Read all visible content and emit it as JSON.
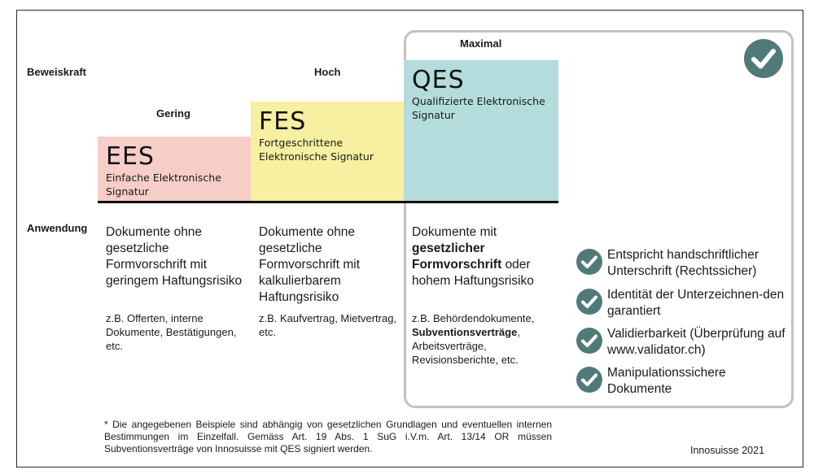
{
  "labels": {
    "beweiskraft": "Beweiskraft",
    "anwendung": "Anwendung",
    "gering": "Gering",
    "hoch": "Hoch",
    "maximal": "Maximal"
  },
  "signatures": [
    {
      "code": "EES",
      "name": "Einfache Elektronische Signatur",
      "color": "#f7cdc8"
    },
    {
      "code": "FES",
      "name": "Fortgeschrittene Elektronische Signatur",
      "color": "#f7f0a0"
    },
    {
      "code": "QES",
      "name": "Qualifizierte Elektronische Signatur",
      "color": "#b4dcdc"
    }
  ],
  "usage": {
    "ees": {
      "text": "Dokumente ohne gesetzliche Formvorschrift mit geringem Haftungsrisiko",
      "example": "z.B. Offerten, interne Dokumente, Bestätigungen, etc."
    },
    "fes": {
      "text": "Dokumente ohne gesetzliche Formvorschrift mit kalkulierbarem Haftungsrisiko",
      "example": "z.B. Kaufvertrag, Mietvertrag, etc."
    },
    "qes": {
      "text_1": "Dokumente mit",
      "text_bold": "gesetzlicher Formvorschrift",
      "text_2": "oder hohem Haftungsrisiko",
      "example_1": "z.B. Behördendokumente,",
      "example_bold": "Subventionsverträge",
      "example_2": ", Arbeitsverträge, Revisionsberichte, etc."
    }
  },
  "features": [
    "Entspricht handschriftlicher Unterschrift (Rechtssicher)",
    "Identität der Unterzeichnen-den garantiert",
    "Validierbarkeit (Überprüfung auf www.validator.ch)",
    "Manipulationssichere Dokumente"
  ],
  "footnote": "* Die angegebenen Beispiele sind abhängig von gesetzlichen Grundlagen und eventuellen internen Bestimmungen im Einzelfall. Gemäss Art. 19 Abs. 1 SuG i.V.m. Art. 13/14 OR müssen Subventionsverträge von Innosuisse mit QES signiert werden.",
  "credit": "Innosuisse 2021",
  "colors": {
    "check": "#4f7a78",
    "frame_grey": "#c2c2c2"
  },
  "icons": {
    "badge": "check-circle-icon",
    "feature": "check-circle-icon"
  }
}
